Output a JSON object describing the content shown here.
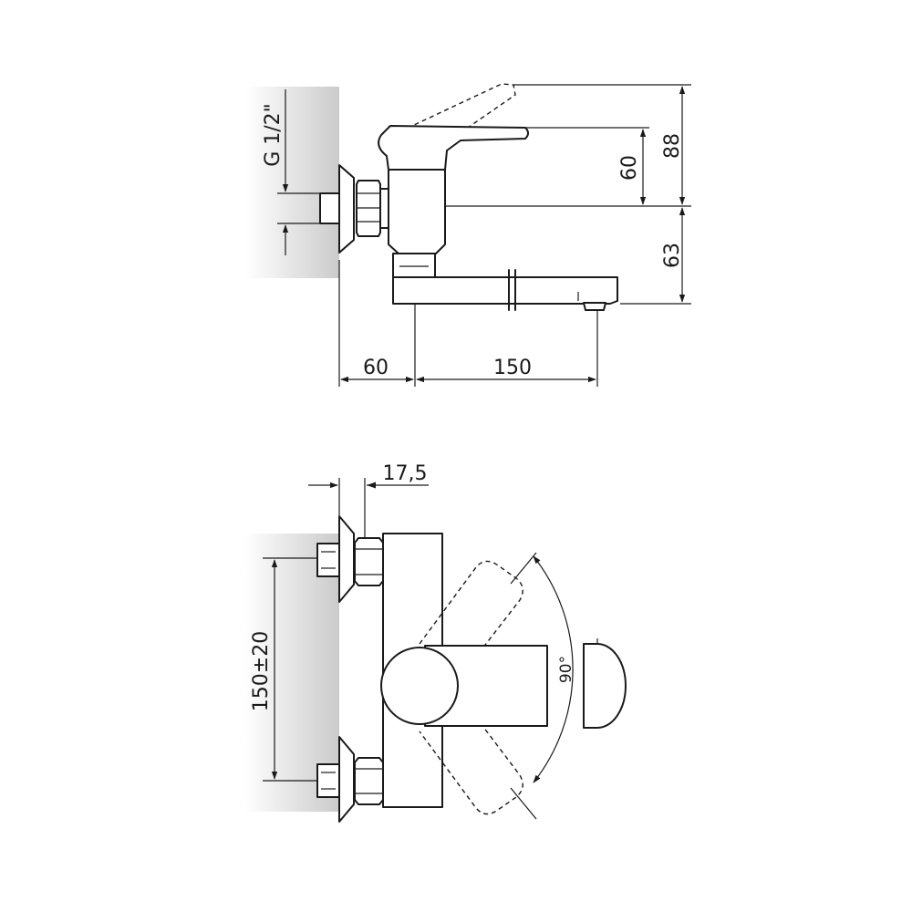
{
  "dimensions": {
    "thread": "G 1/2\"",
    "lever_height": "60",
    "total_height": "88",
    "spout_height": "63",
    "wall_offset": "60",
    "spout_reach": "150",
    "flange_depth": "17,5",
    "inlet_spacing": "150±20",
    "lever_rotation": "90°"
  },
  "colors": {
    "line": "#1a1a1a",
    "wall_shade": "#c8c8c8",
    "background": "#ffffff"
  }
}
